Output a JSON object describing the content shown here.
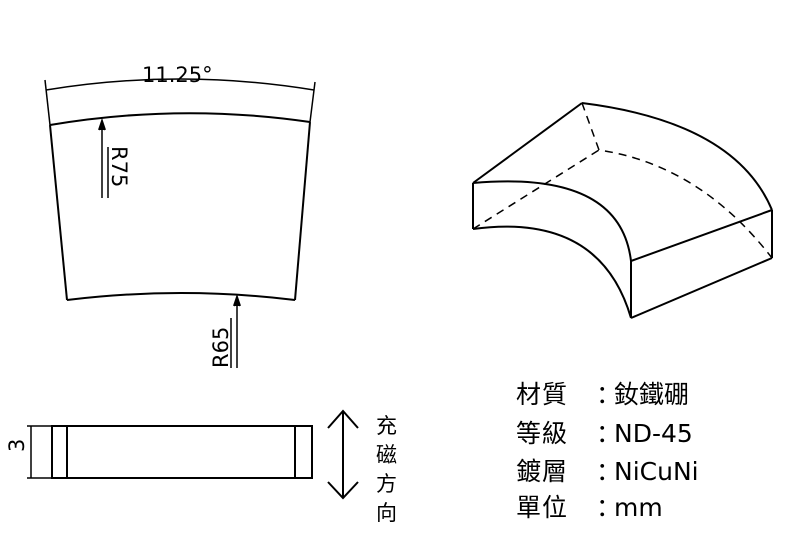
{
  "dimensions": {
    "angle": "11.25°",
    "outer_radius": "R75",
    "inner_radius": "R65",
    "thickness": "3"
  },
  "magnetization_label": [
    "充",
    "磁",
    "方",
    "向"
  ],
  "specs": [
    {
      "key": "材質",
      "value": "釹鐵硼"
    },
    {
      "key": "等級",
      "value": "ND-45"
    },
    {
      "key": "鍍層",
      "value": "NiCuNi"
    },
    {
      "key": "單位",
      "value": "mm"
    }
  ],
  "colon": "："
}
